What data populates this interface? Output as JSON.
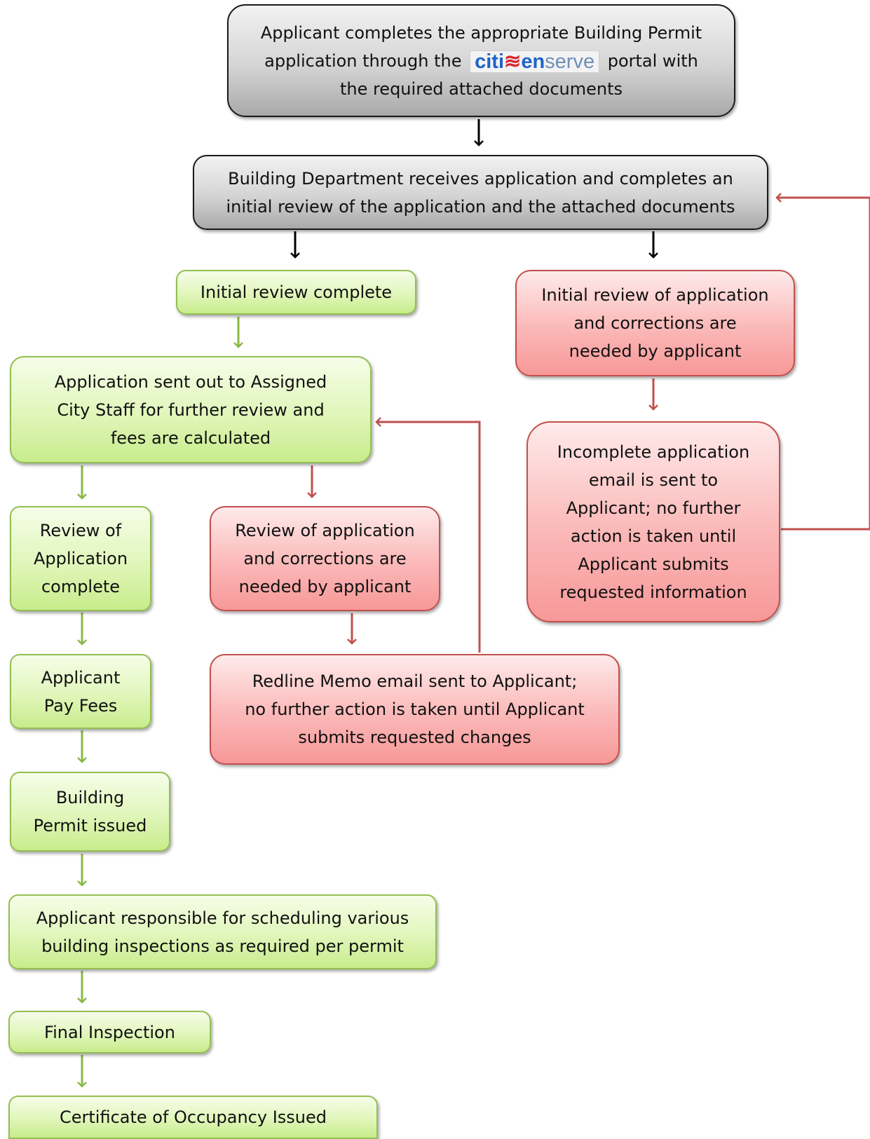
{
  "colors": {
    "neutral_fill": "#d4d4d4",
    "approved_fill": "#e0f6ba",
    "approved_border": "#93bf52",
    "correction_fill": "#fbb8b8",
    "correction_border": "#c0504d",
    "neutral_arrow": "#000000",
    "approved_arrow": "#8ab846",
    "correction_arrow": "#c0504d"
  },
  "steps": {
    "submit": {
      "line1": "Applicant completes the appropriate Building Permit",
      "line2_before": "application through the",
      "line2_after": "portal with",
      "line3": "the required attached documents",
      "logo": {
        "citi": "citi",
        "mark": "≋",
        "en": "en",
        "serve": "serve"
      }
    },
    "dept_review": {
      "line1": "Building Department receives application and completes an",
      "line2": "initial review of the application and the attached documents"
    },
    "initial_complete": {
      "line1": "Initial review complete"
    },
    "initial_corrections": {
      "line1": "Initial review of application",
      "line2": "and corrections are",
      "line3": "needed by applicant"
    },
    "incomplete_email": {
      "line1": "Incomplete application",
      "line2": "email is sent to",
      "line3": "Applicant; no further",
      "line4": "action is taken until",
      "line5": "Applicant submits",
      "line6": "requested information"
    },
    "sent_to_staff": {
      "line1": "Application sent out to Assigned",
      "line2": "City Staff for further review and",
      "line3": "fees are calculated"
    },
    "review_complete": {
      "line1": "Review of",
      "line2": "Application",
      "line3": "complete"
    },
    "review_corrections": {
      "line1": "Review of application",
      "line2": "and corrections are",
      "line3": "needed by applicant"
    },
    "redline_memo": {
      "line1": "Redline Memo email sent to Applicant;",
      "line2": "no further action is taken until Applicant",
      "line3": "submits requested changes"
    },
    "pay_fees": {
      "line1": "Applicant",
      "line2": "Pay Fees"
    },
    "permit_issued": {
      "line1": "Building",
      "line2": "Permit issued"
    },
    "schedule_inspections": {
      "line1": "Applicant responsible for scheduling various",
      "line2": "building inspections as required per permit"
    },
    "final_inspection": {
      "line1": "Final Inspection"
    },
    "certificate": {
      "line1": "Certificate of Occupancy Issued"
    }
  }
}
